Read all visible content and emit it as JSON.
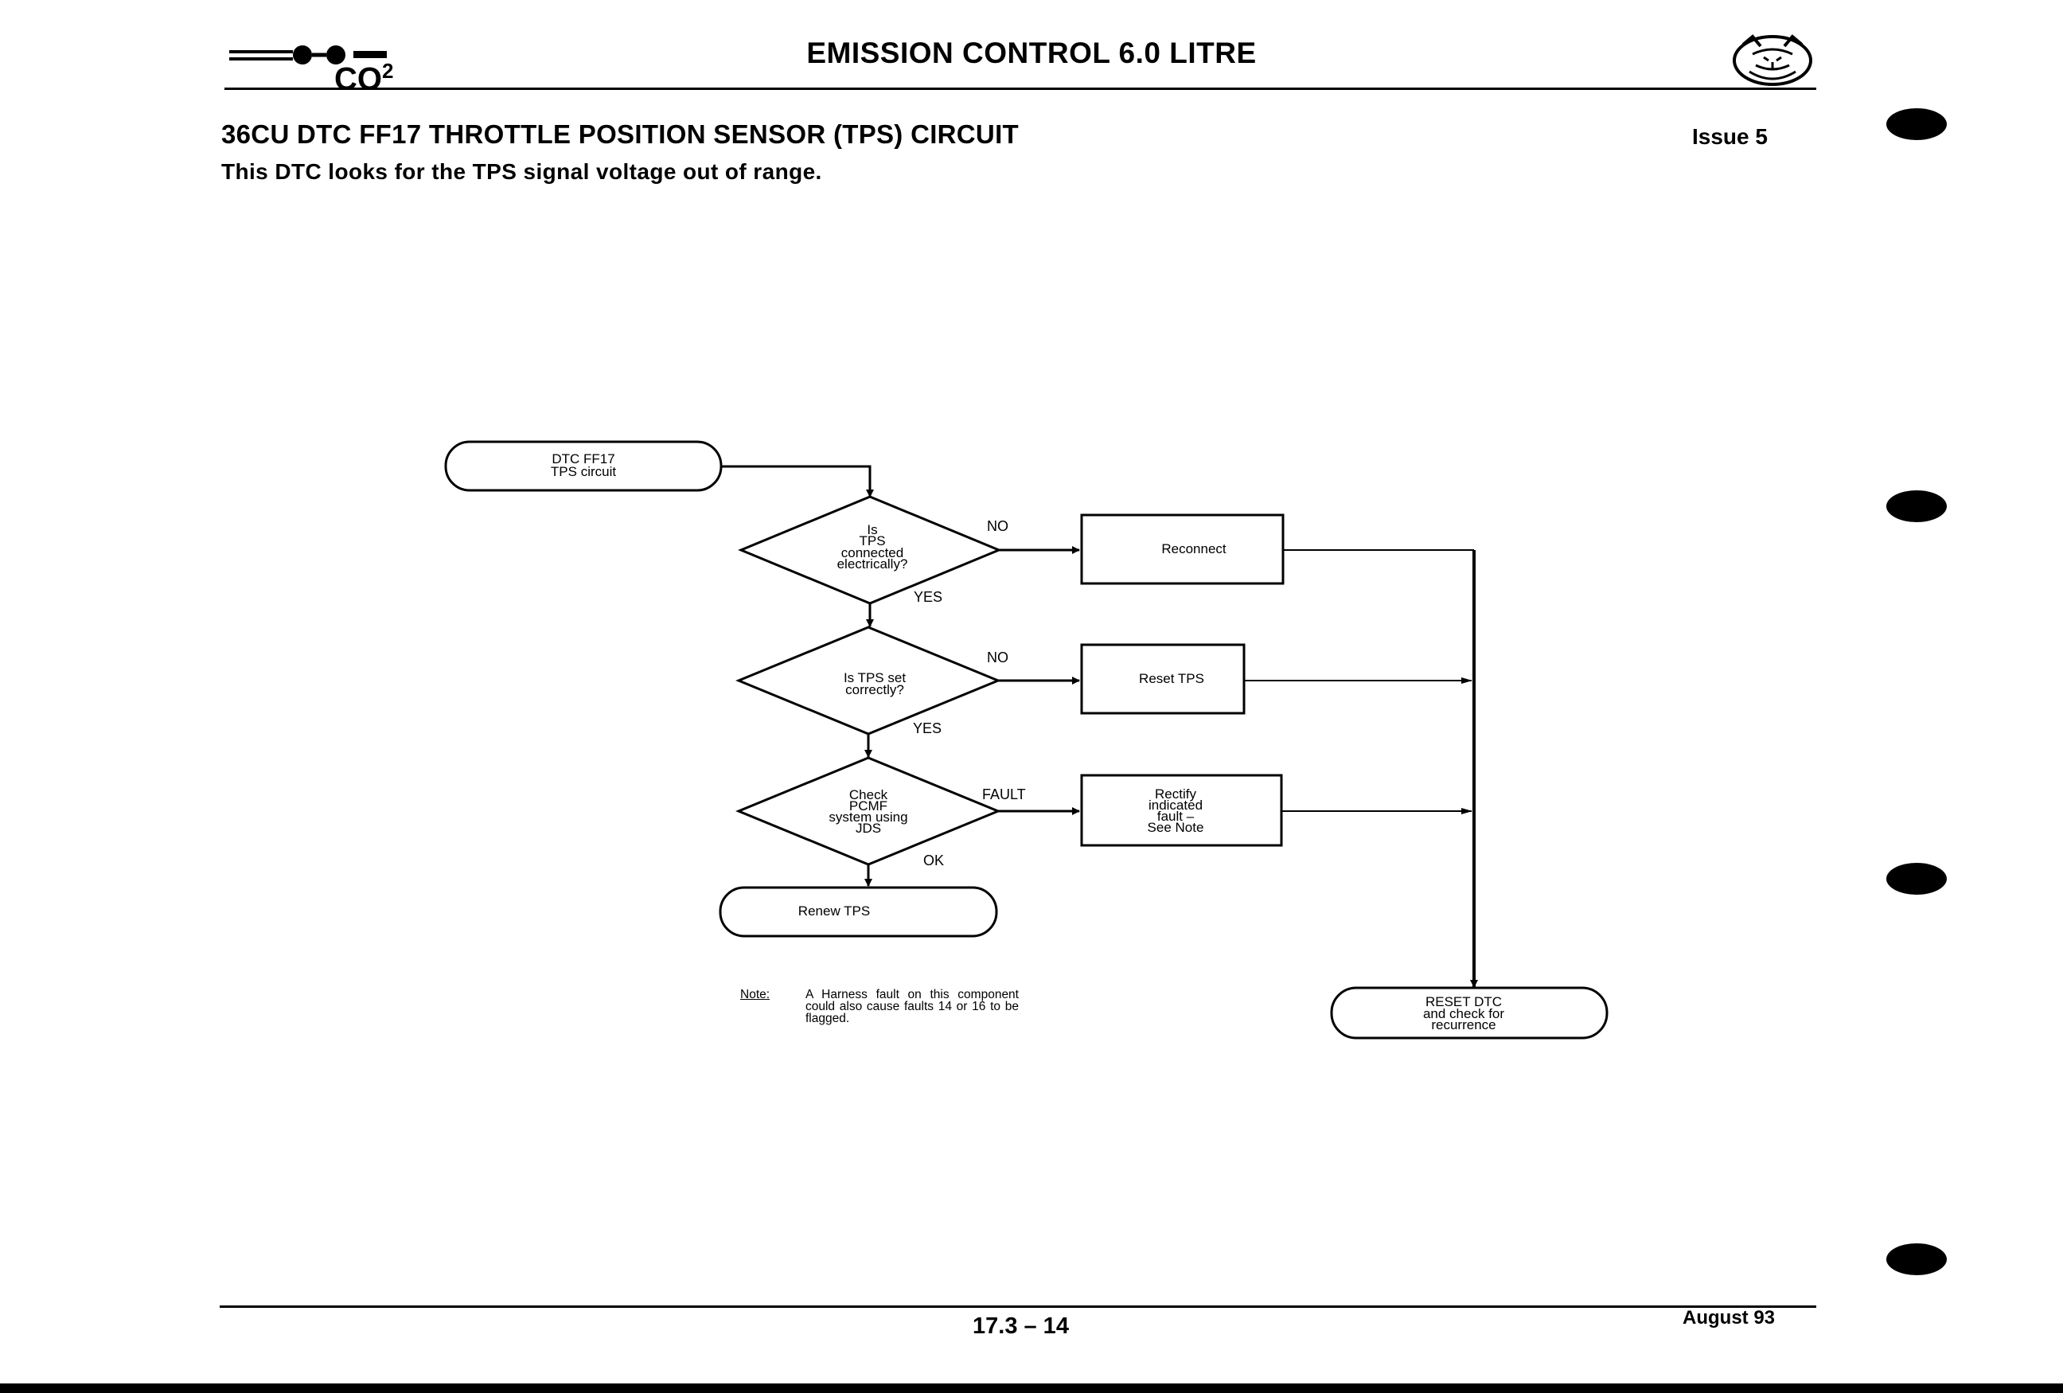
{
  "header": {
    "logo_text": "CO",
    "logo_sup": "2",
    "title": "EMISSION CONTROL 6.0 LITRE",
    "emblem_icon": "jaguar-head-emblem"
  },
  "section": {
    "title": "36CU DTC FF17 THROTTLE POSITION SENSOR (TPS) CIRCUIT",
    "issue": "Issue 5",
    "subtitle": "This DTC looks for the TPS signal voltage out of range."
  },
  "flowchart": {
    "start": [
      "DTC FF17",
      "TPS circuit"
    ],
    "decision1": [
      "Is",
      "TPS",
      "connected",
      "electrically?"
    ],
    "decision2": [
      "Is TPS set",
      "correctly?"
    ],
    "decision3": [
      "Check",
      "PCMF",
      "system using",
      "JDS"
    ],
    "action1": "Reconnect",
    "action2": "Reset TPS",
    "action3": [
      "Rectify",
      "indicated",
      "fault –",
      "See Note"
    ],
    "renew": "Renew TPS",
    "end": [
      "RESET DTC",
      "and check for",
      "recurrence"
    ],
    "labels": {
      "no1": "NO",
      "yes1": "YES",
      "no2": "NO",
      "yes2": "YES",
      "fault": "FAULT",
      "ok": "OK"
    }
  },
  "note": {
    "key": "Note:",
    "text": "A Harness fault on this component could also cause faults 14 or 16 to be flagged."
  },
  "footer": {
    "page": "17.3 – 14",
    "date": "August 93"
  }
}
